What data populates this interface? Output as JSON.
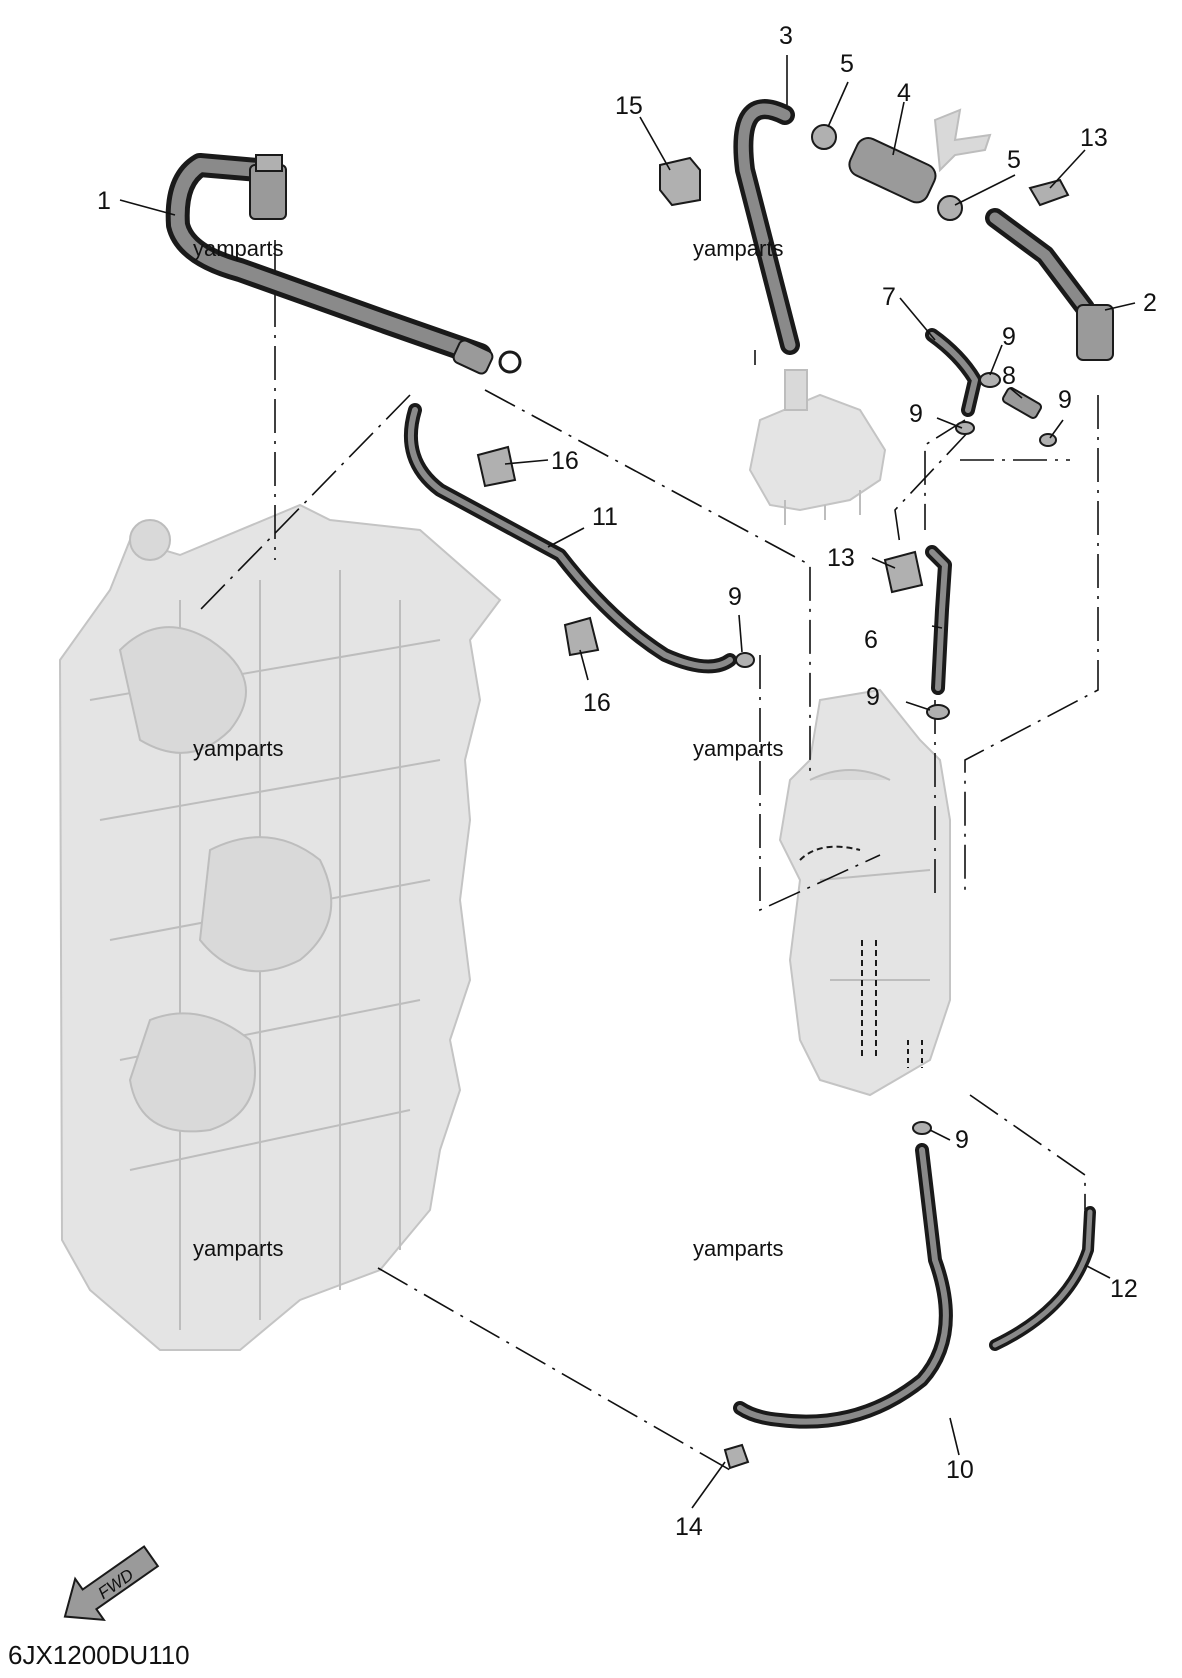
{
  "callouts": [
    {
      "id": "c1",
      "text": "1"
    },
    {
      "id": "c2",
      "text": "2"
    },
    {
      "id": "c3",
      "text": "3"
    },
    {
      "id": "c4",
      "text": "4"
    },
    {
      "id": "c5a",
      "text": "5"
    },
    {
      "id": "c5b",
      "text": "5"
    },
    {
      "id": "c6",
      "text": "6"
    },
    {
      "id": "c7",
      "text": "7"
    },
    {
      "id": "c8",
      "text": "8"
    },
    {
      "id": "c9a",
      "text": "9"
    },
    {
      "id": "c9b",
      "text": "9"
    },
    {
      "id": "c9c",
      "text": "9"
    },
    {
      "id": "c9d",
      "text": "9"
    },
    {
      "id": "c9e",
      "text": "9"
    },
    {
      "id": "c9f",
      "text": "9"
    },
    {
      "id": "c10",
      "text": "10"
    },
    {
      "id": "c11",
      "text": "11"
    },
    {
      "id": "c12",
      "text": "12"
    },
    {
      "id": "c13a",
      "text": "13"
    },
    {
      "id": "c13b",
      "text": "13"
    },
    {
      "id": "c14",
      "text": "14"
    },
    {
      "id": "c15",
      "text": "15"
    },
    {
      "id": "c16a",
      "text": "16"
    },
    {
      "id": "c16b",
      "text": "16"
    }
  ],
  "watermarks": [
    "yamparts",
    "yamparts",
    "yamparts",
    "yamparts",
    "yamparts",
    "yamparts"
  ],
  "fwd_label": "FWD",
  "diagram_code": "6JX1200DU110"
}
